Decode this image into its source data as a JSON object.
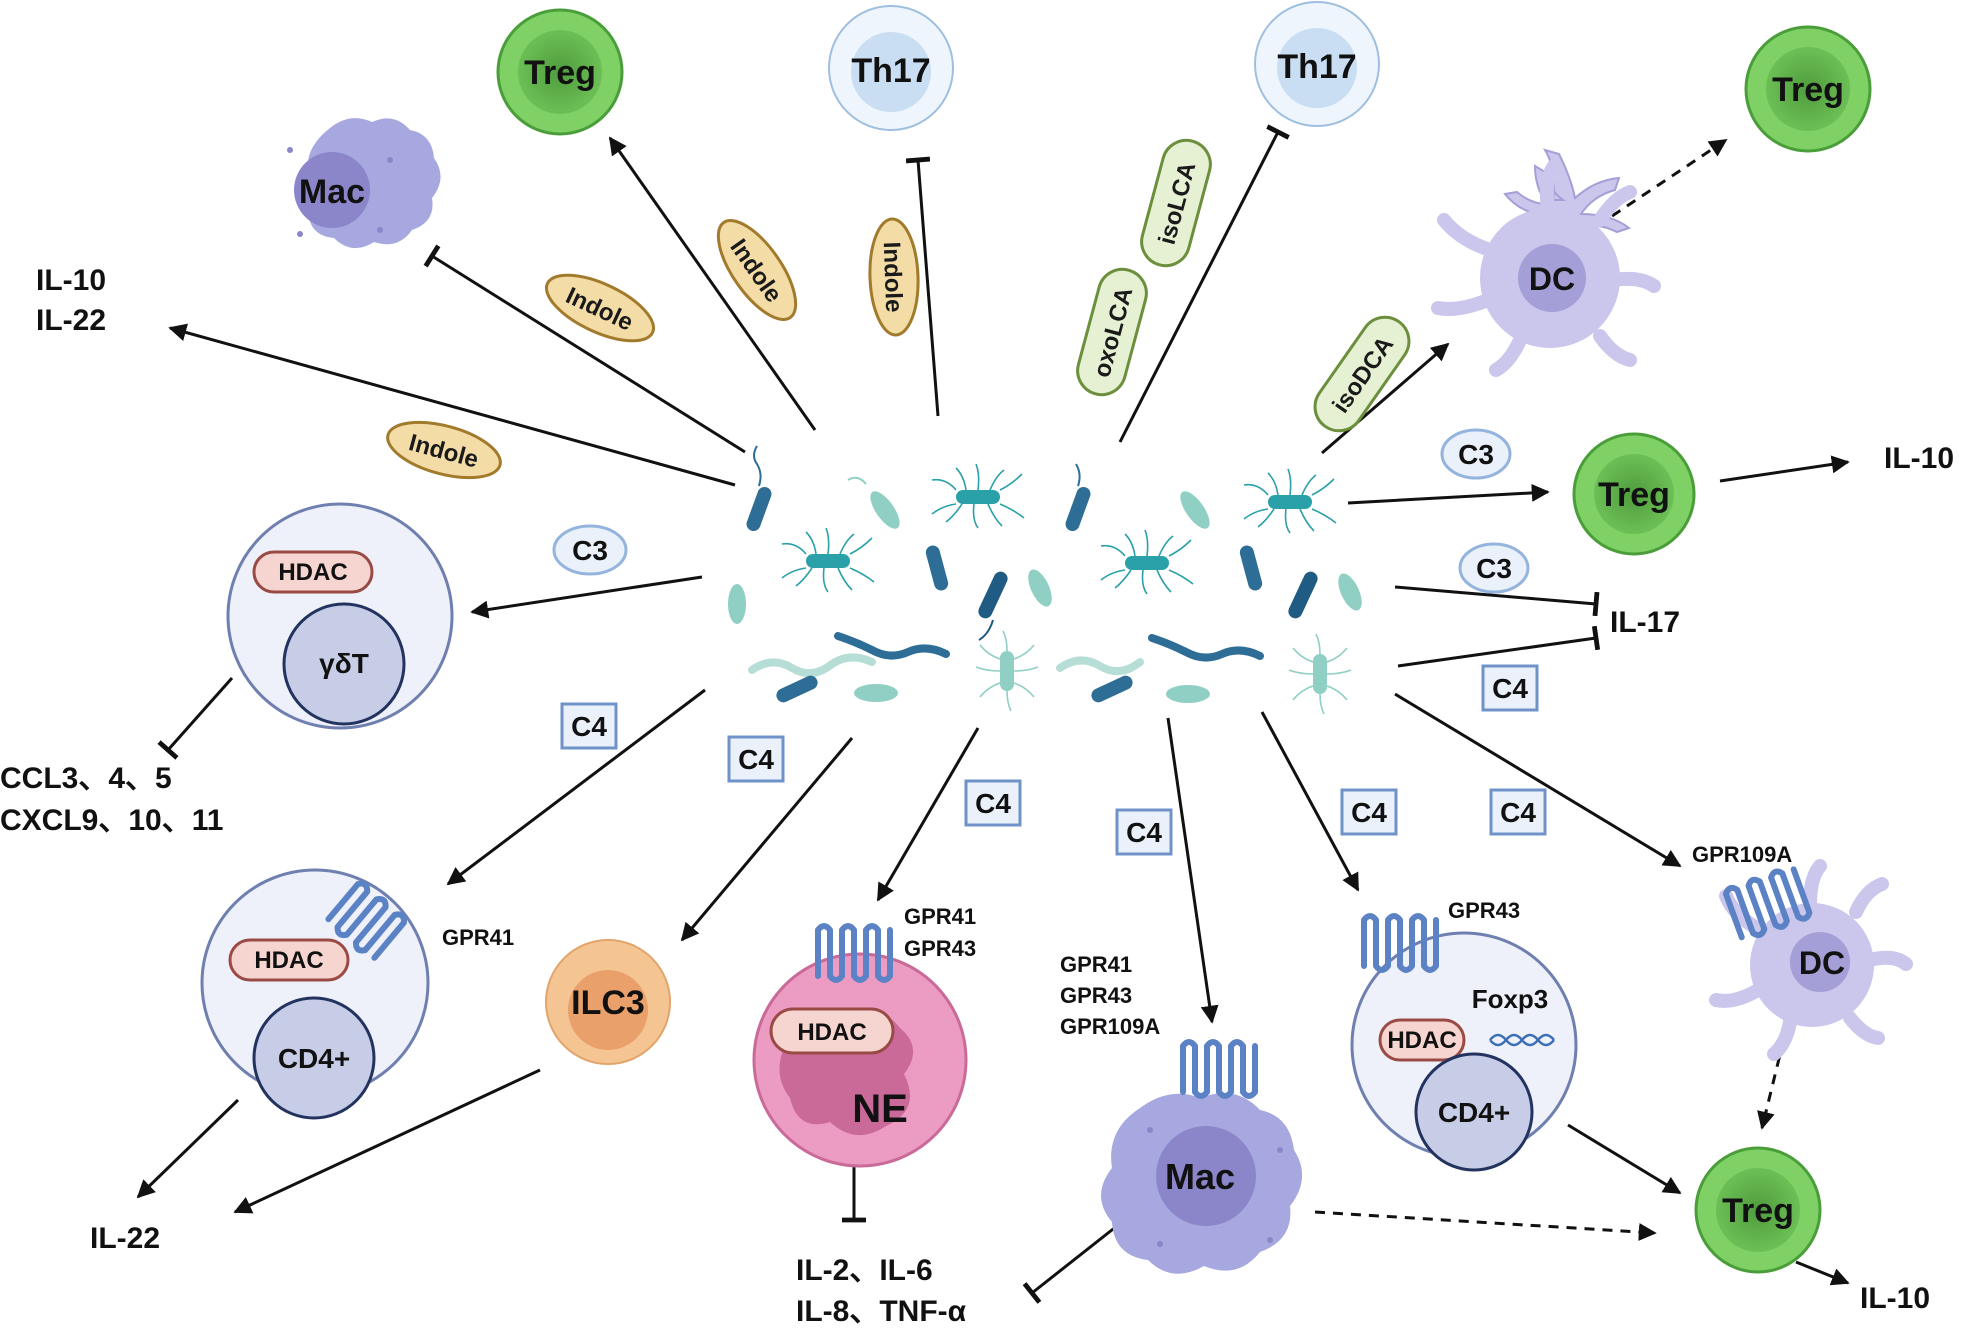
{
  "colors": {
    "treg_outer": "#7fd065",
    "treg_mid": "#5fb44b",
    "treg_inner": "#4a9e3a",
    "th17_outer": "#eef5fc",
    "th17_inner": "#c9def3",
    "mac_fill": "#a7a8e0",
    "mac_nucleus": "#8a86c9",
    "dc_fill": "#cbc6ec",
    "dc_nucleus": "#a59fd8",
    "ilc3_outer": "#f4c493",
    "ilc3_inner": "#e9a06a",
    "ne_fill": "#ec9cc2",
    "ne_nucleus": "#c96a99",
    "tcell_outer": "#eef1fa",
    "tcell_border": "#6e7fb0",
    "tcell_nucleus": "#c7cde7",
    "hdac_fill": "#f6d5d0",
    "hdac_border": "#9a4a45",
    "receptor": "#5b82c4",
    "indole_fill": "#f4dca6",
    "indole_border": "#a27a2c",
    "bile_fill": "#e6f0d2",
    "bile_border": "#6b8f3c",
    "c3_fill": "#eaf1fb",
    "c3_border": "#94b4dd",
    "c4_fill": "#eaf1fb",
    "c4_border": "#6f93c8",
    "bacteria_dark": "#2e6d96",
    "bacteria_teal": "#2aa0a8",
    "bacteria_light": "#8fcfc4",
    "arrow": "#111111"
  },
  "cells": {
    "treg_top": "Treg",
    "mac_top": "Mac",
    "th17_left": "Th17",
    "th17_right": "Th17",
    "treg_topright": "Treg",
    "dc_top": "DC",
    "treg_mid": "Treg",
    "gdt_hdac": "HDAC",
    "gdt_nucleus": "γδT",
    "cd4_left_hdac": "HDAC",
    "cd4_left_nucleus": "CD4+",
    "ilc3": "ILC3",
    "ne_hdac": "HDAC",
    "ne_nucleus": "NE",
    "mac_bottom": "Mac",
    "cd4_right_hdac": "HDAC",
    "cd4_right_nucleus": "CD4+",
    "foxp3": "Foxp3",
    "dc_bottom": "DC",
    "treg_bottom": "Treg"
  },
  "metabolites": {
    "indole_1": "Indole",
    "indole_2": "Indole",
    "indole_3": "Indole",
    "indole_4": "Indole",
    "oxolca": "oxoLCA",
    "isolca": "isoLCA",
    "isodca": "isoDCA"
  },
  "codes": {
    "c3_left": "C3",
    "c3_right_top": "C3",
    "c3_right_mid": "C3",
    "c4_1": "C4",
    "c4_2": "C4",
    "c4_3": "C4",
    "c4_4": "C4",
    "c4_5": "C4",
    "c4_6": "C4",
    "c4_7": "C4"
  },
  "receptors": {
    "cd4_left": "GPR41",
    "ne_1": "GPR41",
    "ne_2": "GPR43",
    "mac_1": "GPR41",
    "mac_2": "GPR43",
    "mac_3": "GPR109A",
    "cd4_right": "GPR43",
    "dc_bottom": "GPR109A"
  },
  "outputs": {
    "il10_il22_line1": "IL-10",
    "il10_il22_line2": "IL-22",
    "il10_right": "IL-10",
    "il17": "IL-17",
    "ccl_line1": "CCL3、4、5",
    "ccl_line2": "CXCL9、10、11",
    "il22_bottom": "IL-22",
    "ne_out_line1": "IL-2、IL-6",
    "ne_out_line2": "IL-8、TNF-α",
    "il10_bottom": "IL-10"
  }
}
